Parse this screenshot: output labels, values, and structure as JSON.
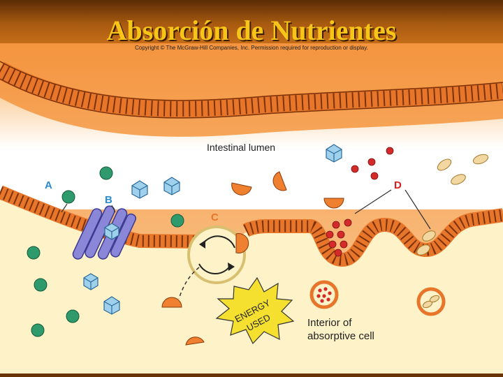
{
  "slide": {
    "title": "Absorción de Nutrientes",
    "copyright": "Copyright © The McGraw-Hill Companies, Inc. Permission required for reproduction or display."
  },
  "diagram": {
    "labels": {
      "lumen": "Intestinal lumen",
      "marker_a": "A",
      "marker_b": "B",
      "marker_c": "C",
      "marker_d": "D",
      "energy_line1": "ENERGY",
      "energy_line2": "USED",
      "interior_line1": "Interior of",
      "interior_line2": "absorptive cell"
    },
    "colors": {
      "membrane": "#e8762a",
      "membrane_hatch": "#7a3208",
      "lumen": "#ffffff",
      "cell_interior": "#fdf2c8",
      "outer_tissue": "#f6a050",
      "green_particle": "#2f9a6c",
      "blue_cube": "#9fd0ec",
      "red_dot": "#d42a2a",
      "fat_droplet": "#f2d8a0",
      "orange_wedge": "#ee8030",
      "carrier_protein": "#8a86d8",
      "marker_blue": "#2b8ad0",
      "marker_red": "#d62020",
      "marker_orange": "#e8762a",
      "title": "#f6c518",
      "header": "#a85a10"
    }
  }
}
